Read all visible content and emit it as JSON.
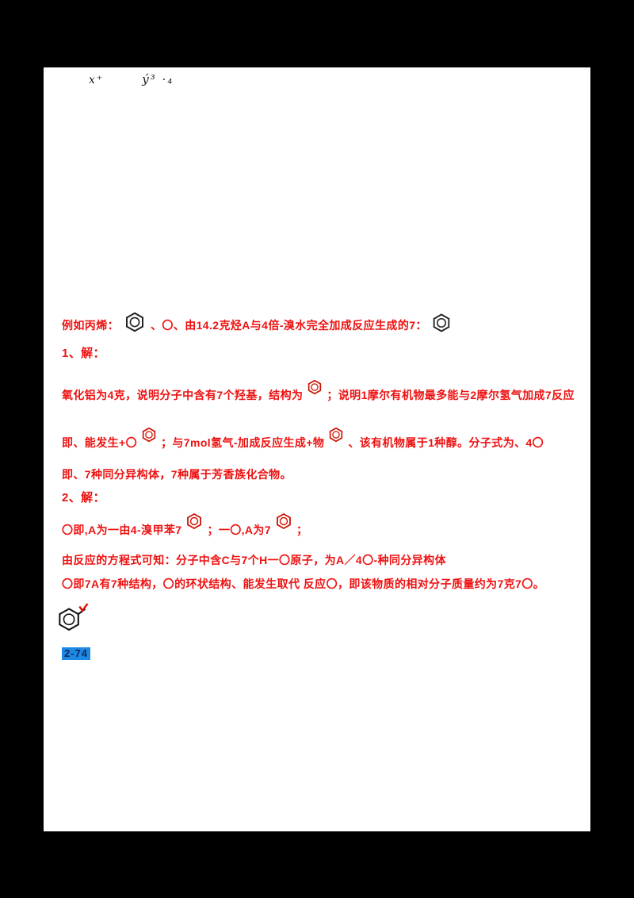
{
  "colors": {
    "annotation_red": "#ee1111",
    "pencil_black": "#1c1c1c",
    "highlight_blue": "#1e88e5",
    "paper_white": "#ffffff",
    "background_black": "#000000"
  },
  "pencil_note": {
    "part1": "x⁺",
    "part2": "ý³ ·₄"
  },
  "red_text": {
    "line1_a": "例如丙烯：",
    "line1_b": "、〇、",
    "line1_c": "由14.2克烃A与4倍-溴水完全加成反应生成",
    "line1_d": "的7：",
    "label1": "1、解：",
    "para1_a": "氧化铝为4克，说明分子中含有7个羟基，结构为",
    "para1_b": "；说明1摩尔有机物最多能与2摩尔氢气加成7反应",
    "line3_a": "即、能发生+〇",
    "line3_b": "；与7mol氢气-加成反应生成+物",
    "line3_c": "、该有机物属于1种醇。分子式为、4〇",
    "line4": "即、7种同分异构体，7种属于芳香族化合物。",
    "label2": "2、解：",
    "line5_a": "〇即,A为一由4-溴甲苯7",
    "line5_b": "；一〇,A为7",
    "line5_c": "；",
    "para2": "由反应的方程式可知：分子中含C与7个H一〇原子，为A／4〇-种同分异构体",
    "line6": "〇即7A有7种结构，〇的环状结构、能发生取代 反应〇，即该物质的相对分子质量约为7克7〇。"
  },
  "badge": {
    "label": "2-74"
  }
}
